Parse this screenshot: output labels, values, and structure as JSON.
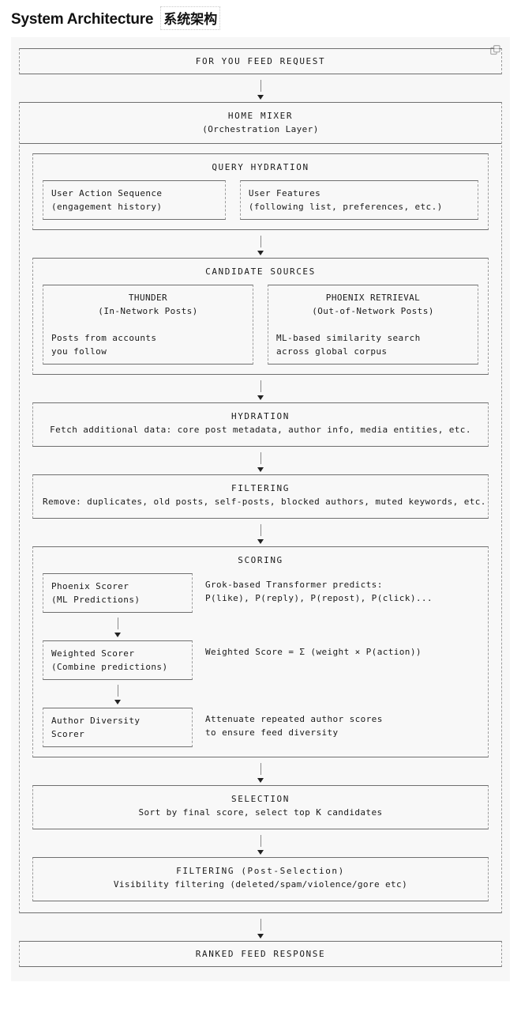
{
  "header": {
    "title_en": "System Architecture",
    "title_cn": "系统架构",
    "copy_icon": "copy-icon"
  },
  "diagram": {
    "entry": {
      "title": "FOR YOU FEED REQUEST"
    },
    "mixer": {
      "title": "HOME MIXER",
      "subtitle": "(Orchestration Layer)"
    },
    "query_hydration": {
      "title": "QUERY HYDRATION",
      "cells": [
        {
          "line1": "User Action Sequence",
          "line2": "(engagement history)"
        },
        {
          "line1": "User Features",
          "line2": "(following list, preferences, etc.)"
        }
      ]
    },
    "candidate_sources": {
      "title": "CANDIDATE SOURCES",
      "cells": [
        {
          "title": "THUNDER",
          "subtitle": "(In-Network Posts)",
          "desc1": "Posts from accounts",
          "desc2": "you follow"
        },
        {
          "title": "PHOENIX RETRIEVAL",
          "subtitle": "(Out-of-Network Posts)",
          "desc1": "ML-based similarity search",
          "desc2": "across global corpus"
        }
      ]
    },
    "hydration": {
      "title": "HYDRATION",
      "desc": "Fetch additional data: core post metadata, author info, media entities, etc."
    },
    "filtering": {
      "title": "FILTERING",
      "desc": "Remove: duplicates, old posts, self-posts, blocked authors, muted keywords, etc."
    },
    "scoring": {
      "title": "SCORING",
      "rows": [
        {
          "box_line1": "Phoenix Scorer",
          "box_line2": "(ML Predictions)",
          "note_line1": "Grok-based Transformer predicts:",
          "note_line2": "P(like), P(reply), P(repost), P(click)..."
        },
        {
          "box_line1": "Weighted Scorer",
          "box_line2": "(Combine predictions)",
          "note_line1": "Weighted Score = Σ (weight × P(action))",
          "note_line2": ""
        },
        {
          "box_line1": "Author Diversity",
          "box_line2": "Scorer",
          "note_line1": "Attenuate repeated author scores",
          "note_line2": "to ensure feed diversity"
        }
      ]
    },
    "selection": {
      "title": "SELECTION",
      "desc": "Sort by final score, select top K candidates"
    },
    "post_filtering": {
      "title": "FILTERING (Post-Selection)",
      "desc": "Visibility filtering (deleted/spam/violence/gore etc)"
    },
    "response": {
      "title": "RANKED FEED RESPONSE"
    }
  },
  "colors": {
    "page_bg": "#ffffff",
    "panel_bg": "#f7f7f7",
    "box_bg": "#f8f8f8",
    "border": "#6f6f6f",
    "border_soft": "#9c9c9c",
    "text": "#1a1a1a"
  }
}
